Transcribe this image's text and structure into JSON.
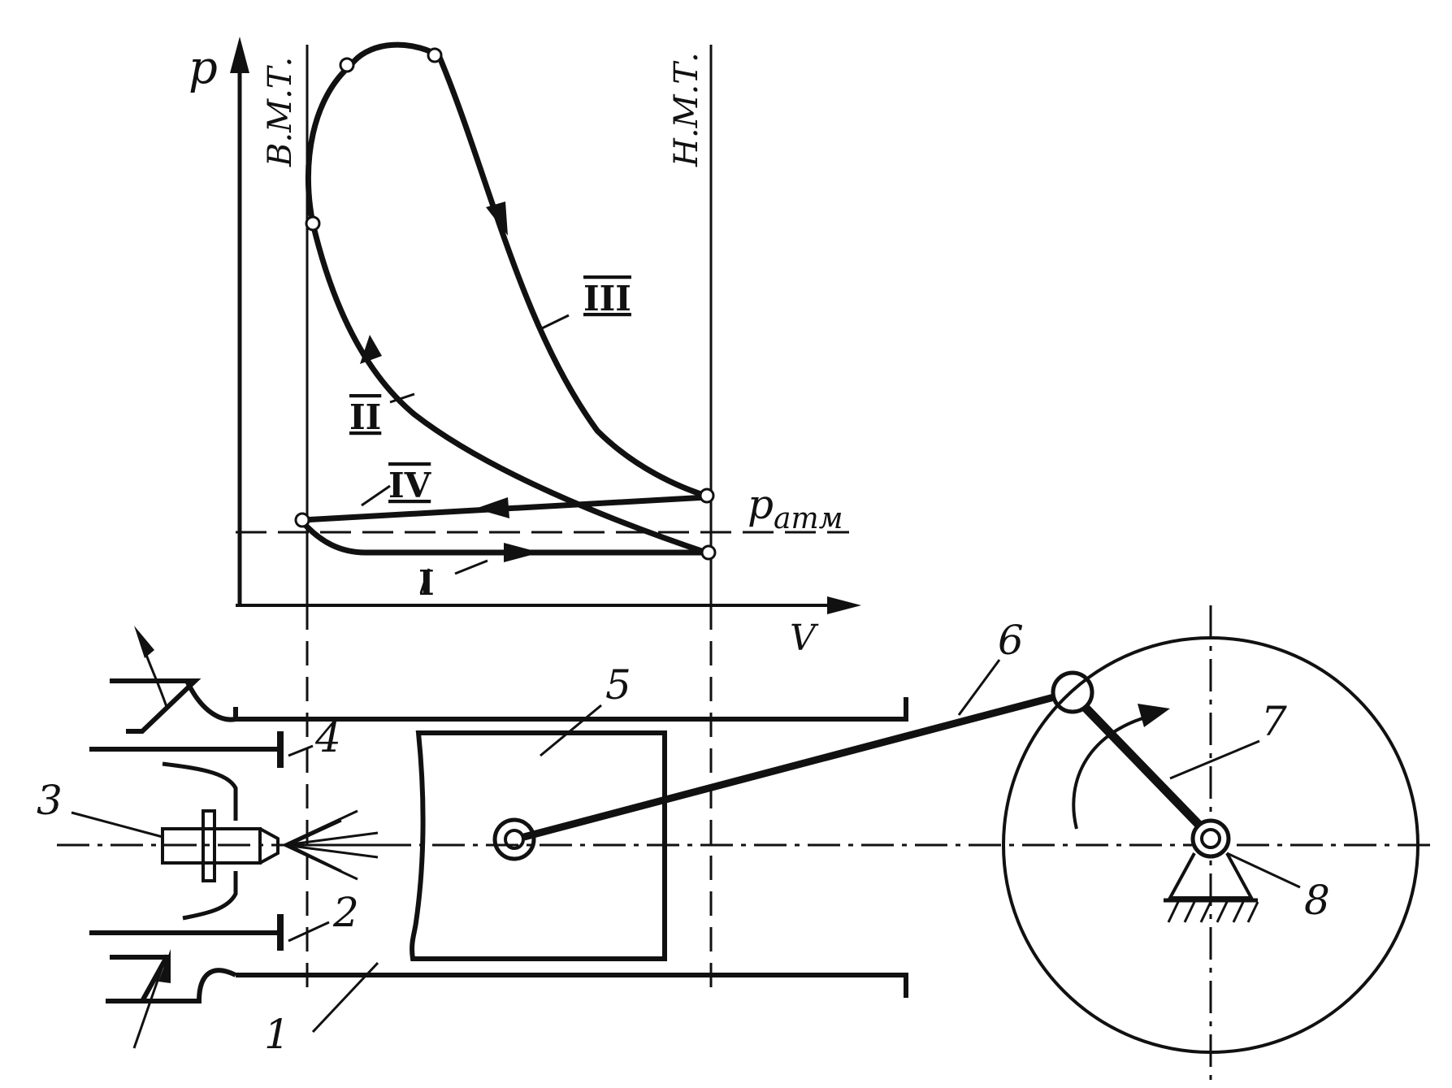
{
  "diagram": {
    "axis_labels": {
      "pressure": "p",
      "volume": "V",
      "atmospheric_pressure": "p",
      "atmospheric_pressure_subscript": "атм"
    },
    "dead_centers": {
      "top": "В.М.Т.",
      "bottom": "Н.М.Т."
    },
    "strokes": {
      "intake": "I",
      "compression": "II",
      "expansion": "III",
      "exhaust": "IV"
    },
    "parts": {
      "cylinder": "1",
      "intake_valve": "2",
      "injector": "3",
      "exhaust_valve": "4",
      "piston": "5",
      "connecting_rod": "6",
      "crank": "7",
      "crankshaft": "8"
    }
  }
}
